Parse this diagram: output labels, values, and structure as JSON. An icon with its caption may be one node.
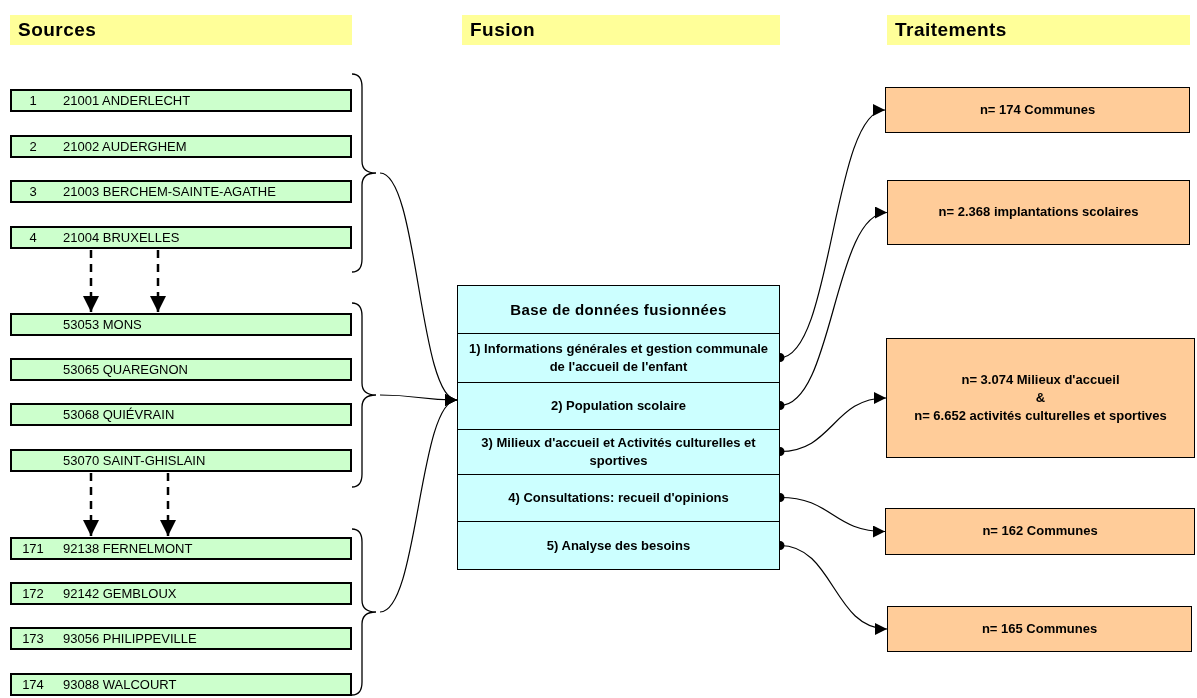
{
  "diagram": {
    "nodes": [
      {
        "text": [
          "Sources"
        ]
      },
      {
        "text": [
          "Fusion"
        ]
      },
      {
        "text": [
          "Traitements"
        ]
      },
      {
        "text": [
          "1",
          "21001 ANDERLECHT"
        ]
      },
      {
        "text": [
          "2",
          "21002 AUDERGHEM"
        ]
      },
      {
        "text": [
          "3",
          "21003 BERCHEM-SAINTE-AGATHE"
        ]
      },
      {
        "text": [
          "4",
          "21004 BRUXELLES"
        ]
      },
      {
        "text": [
          "53053 MONS"
        ]
      },
      {
        "text": [
          "53065 QUAREGNON"
        ]
      },
      {
        "text": [
          "53068 QUIÉVRAIN"
        ]
      },
      {
        "text": [
          "53070 SAINT-GHISLAIN"
        ]
      },
      {
        "text": [
          "171",
          "92138 FERNELMONT"
        ]
      },
      {
        "text": [
          "172",
          "92142 GEMBLOUX"
        ]
      },
      {
        "text": [
          "173",
          "93056 PHILIPPEVILLE"
        ]
      },
      {
        "text": [
          "174",
          "93088 WALCOURT"
        ]
      },
      {
        "text": [],
        "shape": "brace"
      },
      {
        "text": [],
        "shape": "brace"
      },
      {
        "text": [],
        "shape": "brace"
      },
      {
        "text": [
          "Base de données fusionnées"
        ]
      },
      {
        "text": [
          "1) Informations générales et gestion communale de l'accueil de l'enfant"
        ],
        "in": 18
      },
      {
        "text": [
          "2) Population scolaire"
        ],
        "in": 18
      },
      {
        "text": [
          "3) Milieux d'accueil et Activités culturelles et sportives"
        ],
        "in": 18
      },
      {
        "text": [
          "4) Consultations: recueil d'opinions"
        ],
        "in": 18
      },
      {
        "text": [
          "5) Analyse des besoins"
        ],
        "in": 18
      },
      {
        "text": [
          "n= 174 Communes"
        ]
      },
      {
        "text": [
          "n= 2.368 implantations scolaires"
        ]
      },
      {
        "text": [
          "n= 3.074 Milieux d'accueil",
          "&",
          "n= 6.652 activités culturelles et sportives"
        ]
      },
      {
        "text": [
          "n= 162 Communes"
        ]
      },
      {
        "text": [
          "n= 165 Communes"
        ]
      }
    ],
    "edges": [
      {
        "from": 15,
        "to": 18,
        "arrow": "to"
      },
      {
        "from": 16,
        "to": 18,
        "arrow": "to"
      },
      {
        "from": 17,
        "to": 18,
        "arrow": "to"
      },
      {
        "from": 6,
        "to": 7,
        "arrow": "to",
        "style": "dashed"
      },
      {
        "from": 6,
        "to": 7,
        "arrow": "to",
        "style": "dashed"
      },
      {
        "from": 10,
        "to": 11,
        "arrow": "to",
        "style": "dashed"
      },
      {
        "from": 10,
        "to": 11,
        "arrow": "to",
        "style": "dashed"
      },
      {
        "from": 19,
        "to": 24,
        "arrow": "to"
      },
      {
        "from": 20,
        "to": 25,
        "arrow": "to"
      },
      {
        "from": 21,
        "to": 26,
        "arrow": "to"
      },
      {
        "from": 22,
        "to": 27,
        "arrow": "to"
      },
      {
        "from": 23,
        "to": 28,
        "arrow": "to"
      }
    ]
  }
}
